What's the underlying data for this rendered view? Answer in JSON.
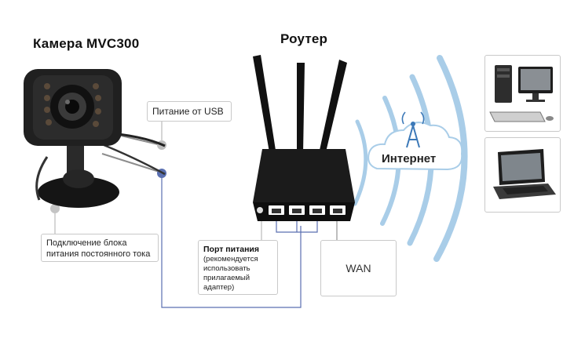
{
  "camera_title": "Камера MVC300",
  "router_title": "Роутер",
  "usb_power_label": "Питание от USB",
  "dc_power_label": "Подключение блока питания постоянного тока",
  "power_port": {
    "title": "Порт питания",
    "note": "(рекомендуется использовать прилагаемый адаптер)"
  },
  "wan_label": "WAN",
  "internet_label": "Интернет",
  "colors": {
    "wifi_arc": "#a9cde8",
    "line_gray": "#a8a8a8",
    "line_blue": "#5a6fb0",
    "device_dark": "#1b1b1b"
  }
}
